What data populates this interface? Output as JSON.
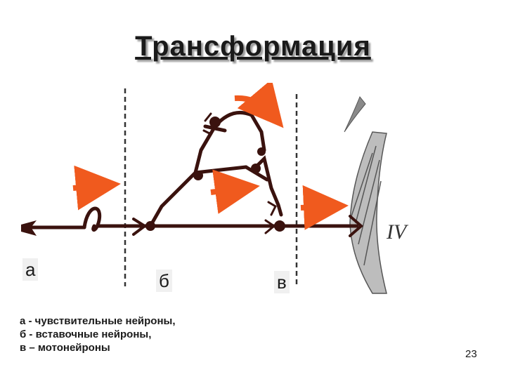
{
  "title": "Трансформация",
  "labels": {
    "a": "а",
    "b": "б",
    "v": "в",
    "roman": "IV"
  },
  "legend": [
    "а - чувствительные нейроны,",
    "б - вставочные нейроны,",
    "в – мотонейроны"
  ],
  "page_number": "23",
  "colors": {
    "neuron": "#3a120e",
    "arrow": "#f05a1e",
    "dashed_line": "#333333",
    "muscle": "#6a6a6a"
  }
}
